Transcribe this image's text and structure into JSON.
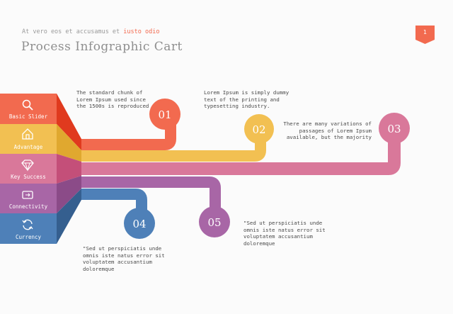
{
  "header": {
    "subtitle_prefix": "At vero eos et accusamus et ",
    "subtitle_accent": "iusto odio",
    "title": "Process Infographic Cart",
    "page_number": "1"
  },
  "colors": {
    "badge": "#f26a4f",
    "red": "#f26a4f",
    "yellow": "#f2c052",
    "pink": "#d9789a",
    "purple": "#a866a6",
    "blue": "#4e80b8"
  },
  "tabs": [
    {
      "label": "Basic Slider",
      "icon": "search-icon"
    },
    {
      "label": "Advantage",
      "icon": "house-icon"
    },
    {
      "label": "Key Success",
      "icon": "diamond-icon"
    },
    {
      "label": "Connectivity",
      "icon": "link-icon"
    },
    {
      "label": "Currency",
      "icon": "refresh-icon"
    }
  ],
  "steps": [
    {
      "number": "01",
      "text": [
        "The standard chunk of",
        "Lorem Ipsum used since",
        "the 1500s is reproduced"
      ]
    },
    {
      "number": "02",
      "text": [
        "Lorem Ipsum is simply dummy",
        "text of the printing and",
        "typesetting industry."
      ]
    },
    {
      "number": "03",
      "text": [
        "There are many variations of",
        "passages of Lorem Ipsum",
        "available, but the majority"
      ]
    },
    {
      "number": "04",
      "text": [
        "\"Sed ut perspiciatis unde",
        "omnis iste natus error sit",
        "voluptatem accusantium",
        "doloremque"
      ]
    },
    {
      "number": "05",
      "text": [
        "\"Sed ut perspiciatis unde",
        "omnis iste natus error sit",
        "voluptatem accusantium",
        "doloremque"
      ]
    }
  ]
}
